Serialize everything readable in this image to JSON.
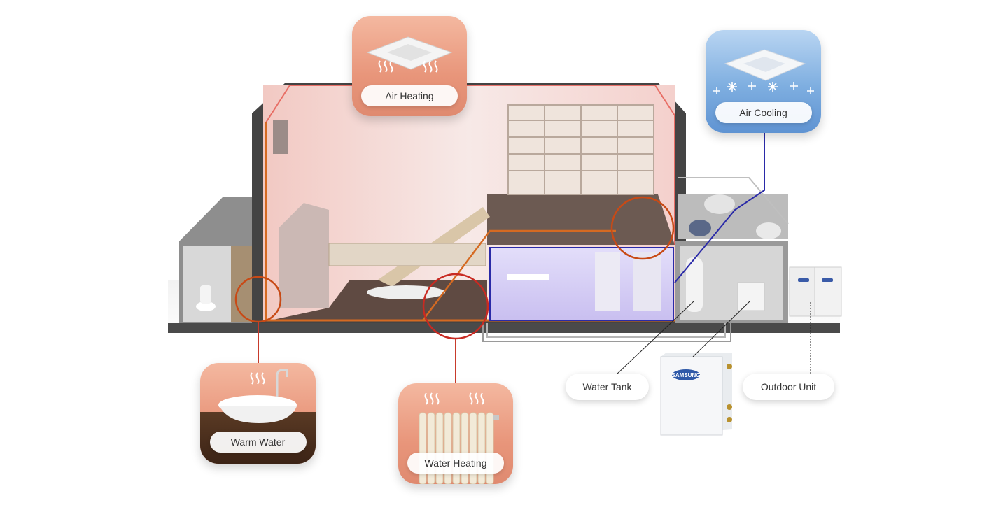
{
  "callouts": {
    "air_heating": "Air Heating",
    "air_cooling": "Air Cooling",
    "warm_water": "Warm Water",
    "water_heating": "Water Heating",
    "water_tank": "Water Tank",
    "outdoor_unit": "Outdoor Unit"
  },
  "brand": {
    "unit_logo": "SAMSUNG"
  },
  "icons": [
    "heat-wave-icon",
    "snowflake-icon",
    "ceiling-cassette-icon",
    "radiator-icon",
    "basin-icon"
  ],
  "colors": {
    "heating_line": "#d8302a",
    "heating_pipe": "#d56a22",
    "cooling_line": "#2a2aa8",
    "warm_card": "#e8957a",
    "cool_card": "#6f9fd8"
  }
}
